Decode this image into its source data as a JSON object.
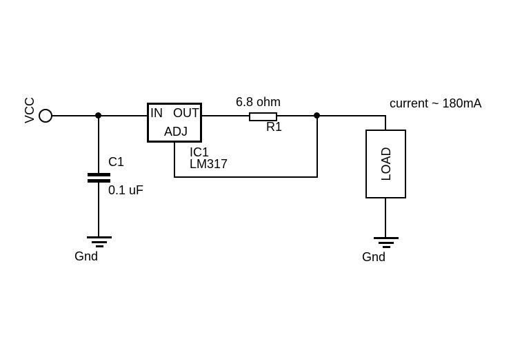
{
  "schematic": {
    "power": {
      "label": "VCC"
    },
    "capacitor": {
      "ref": "C1",
      "value": "0.1 uF"
    },
    "regulator": {
      "ref": "IC1",
      "part": "LM317",
      "pin_in": "IN",
      "pin_out": "OUT",
      "pin_adj": "ADJ"
    },
    "resistor": {
      "ref": "R1",
      "value": "6.8 ohm"
    },
    "load": {
      "label": "LOAD"
    },
    "ground_left": {
      "label": "Gnd"
    },
    "ground_right": {
      "label": "Gnd"
    },
    "annotation": {
      "current": "current ~ 180mA"
    },
    "colors": {
      "ink": "#000000",
      "background": "#ffffff"
    }
  }
}
